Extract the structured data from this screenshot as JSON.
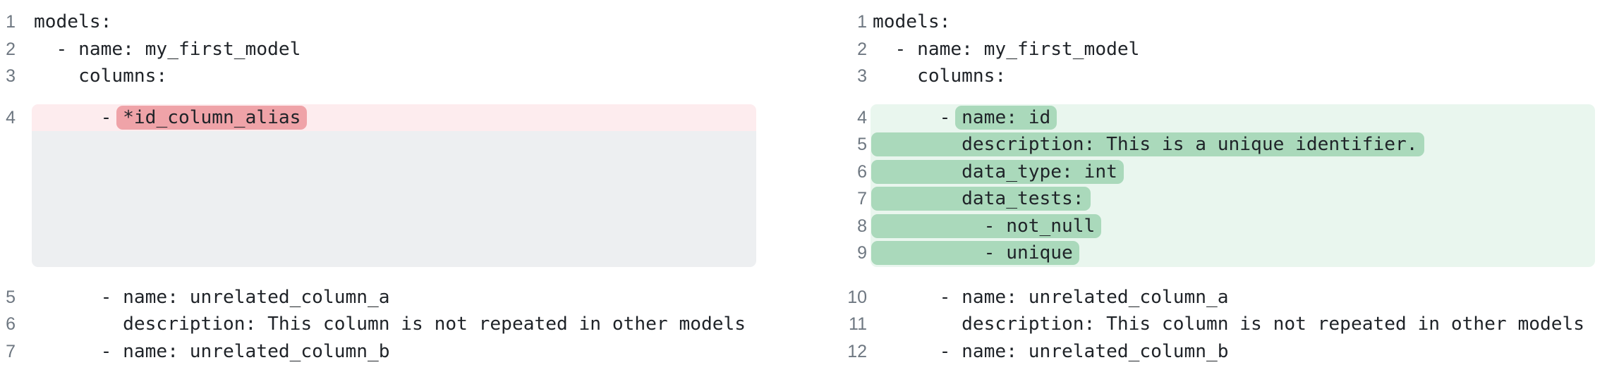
{
  "view": {
    "type": "code-diff-side-by-side",
    "language": "yaml"
  },
  "colors": {
    "background": "#ffffff",
    "code_text": "#1f2328",
    "line_number": "#6e7781",
    "removed_row_bg": "#fdecee",
    "removed_token_bg": "#efa3a8",
    "placeholder_bg": "#edeff1",
    "added_block_bg": "#e9f6ee",
    "added_token_bg": "#aad9bb"
  },
  "left": {
    "lines_before": [
      {
        "num": "1",
        "text": "models:"
      },
      {
        "num": "2",
        "text": "  - name: my_first_model"
      },
      {
        "num": "3",
        "text": "    columns:"
      }
    ],
    "removed_line": {
      "num": "4",
      "prefix": "      - ",
      "text": "*id_column_alias"
    },
    "lines_after": [
      {
        "num": "5",
        "text": "      - name: unrelated_column_a"
      },
      {
        "num": "6",
        "text": "        description: This column is not repeated in other models"
      },
      {
        "num": "7",
        "text": "      - name: unrelated_column_b"
      }
    ]
  },
  "right": {
    "lines_before": [
      {
        "num": "1",
        "text": "models:"
      },
      {
        "num": "2",
        "text": "  - name: my_first_model"
      },
      {
        "num": "3",
        "text": "    columns:"
      }
    ],
    "added_lines": [
      {
        "num": "4",
        "prefix": "      - ",
        "text": "name: id"
      },
      {
        "num": "5",
        "prefix": "",
        "text": "        description: This is a unique identifier."
      },
      {
        "num": "6",
        "prefix": "",
        "text": "        data_type: int"
      },
      {
        "num": "7",
        "prefix": "",
        "text": "        data_tests:"
      },
      {
        "num": "8",
        "prefix": "",
        "text": "          - not_null"
      },
      {
        "num": "9",
        "prefix": "",
        "text": "          - unique"
      }
    ],
    "lines_after": [
      {
        "num": "10",
        "text": "      - name: unrelated_column_a"
      },
      {
        "num": "11",
        "text": "        description: This column is not repeated in other models"
      },
      {
        "num": "12",
        "text": "      - name: unrelated_column_b"
      }
    ]
  }
}
